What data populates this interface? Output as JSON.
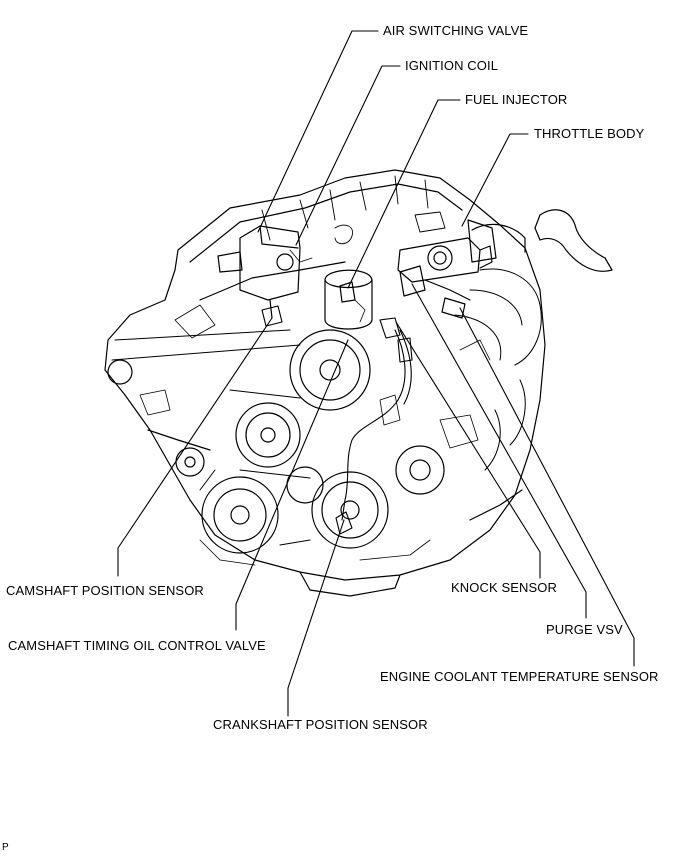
{
  "labels": {
    "air_switching_valve": "AIR SWITCHING VALVE",
    "ignition_coil": "IGNITION COIL",
    "fuel_injector": "FUEL INJECTOR",
    "throttle_body": "THROTTLE BODY",
    "camshaft_position_sensor": "CAMSHAFT POSITION SENSOR",
    "camshaft_timing_ocv": "CAMSHAFT TIMING OIL CONTROL VALVE",
    "crankshaft_position_sensor": "CRANKSHAFT POSITION SENSOR",
    "knock_sensor": "KNOCK SENSOR",
    "purge_vsv": "PURGE VSV",
    "ect_sensor": "ENGINE COOLANT TEMPERATURE SENSOR"
  },
  "footer_code": "P"
}
